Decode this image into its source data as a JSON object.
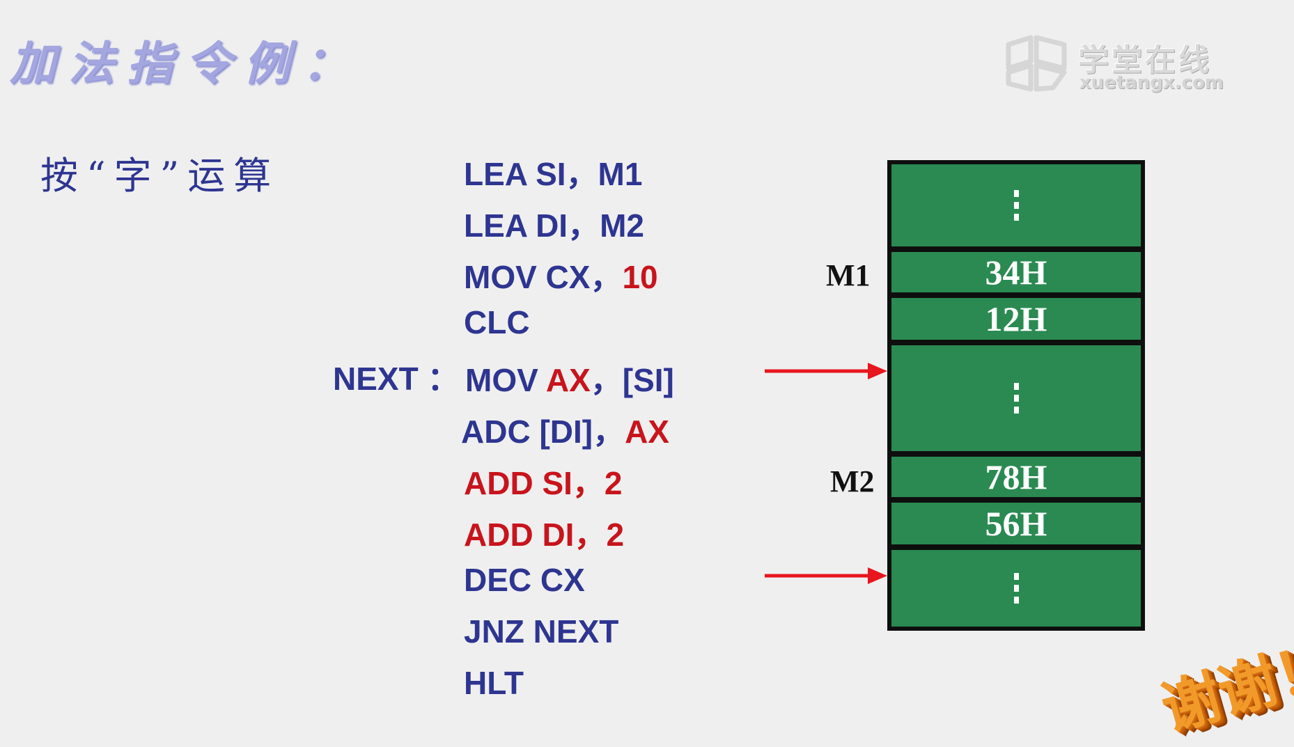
{
  "slide": {
    "title": "加法指令例：",
    "subtitle": "按“字”运算",
    "loop_label": "NEXT ："
  },
  "code": [
    {
      "parts": [
        {
          "text": "LEA  SI，M1",
          "color": "blue"
        }
      ]
    },
    {
      "parts": [
        {
          "text": "LEA  DI，M2",
          "color": "blue"
        }
      ]
    },
    {
      "parts": [
        {
          "text": "MOV CX，",
          "color": "blue"
        },
        {
          "text": "10",
          "color": "red"
        }
      ]
    },
    {
      "parts": [
        {
          "text": "CLC",
          "color": "blue"
        }
      ]
    },
    {
      "parts": [
        {
          "text": "MOV ",
          "color": "blue"
        },
        {
          "text": "AX",
          "color": "red"
        },
        {
          "text": "，[SI]",
          "color": "blue"
        }
      ]
    },
    {
      "parts": [
        {
          "text": "ADC [DI]，",
          "color": "blue"
        },
        {
          "text": "AX",
          "color": "red"
        }
      ]
    },
    {
      "parts": [
        {
          "text": "ADD SI，2",
          "color": "red"
        }
      ]
    },
    {
      "parts": [
        {
          "text": "ADD DI，2",
          "color": "red"
        }
      ]
    },
    {
      "parts": [
        {
          "text": "DEC CX",
          "color": "blue"
        }
      ]
    },
    {
      "parts": [
        {
          "text": "JNZ NEXT",
          "color": "blue"
        }
      ]
    },
    {
      "parts": [
        {
          "text": "HLT",
          "color": "blue"
        }
      ]
    }
  ],
  "memory": {
    "labels": {
      "m1": "M1",
      "m2": "M2"
    },
    "cells": [
      "34H",
      "12H",
      "78H",
      "56H"
    ]
  },
  "logo": {
    "name_cn": "学堂在线",
    "domain": "xuetangx.com"
  },
  "sticker": "谢谢！",
  "colors": {
    "background": "#efefef",
    "code_blue": "#2e3591",
    "code_red": "#c8141c",
    "memory_green": "#2a8a52",
    "arrow_red": "#e8161e",
    "title_lavender": "#a3a6df"
  }
}
